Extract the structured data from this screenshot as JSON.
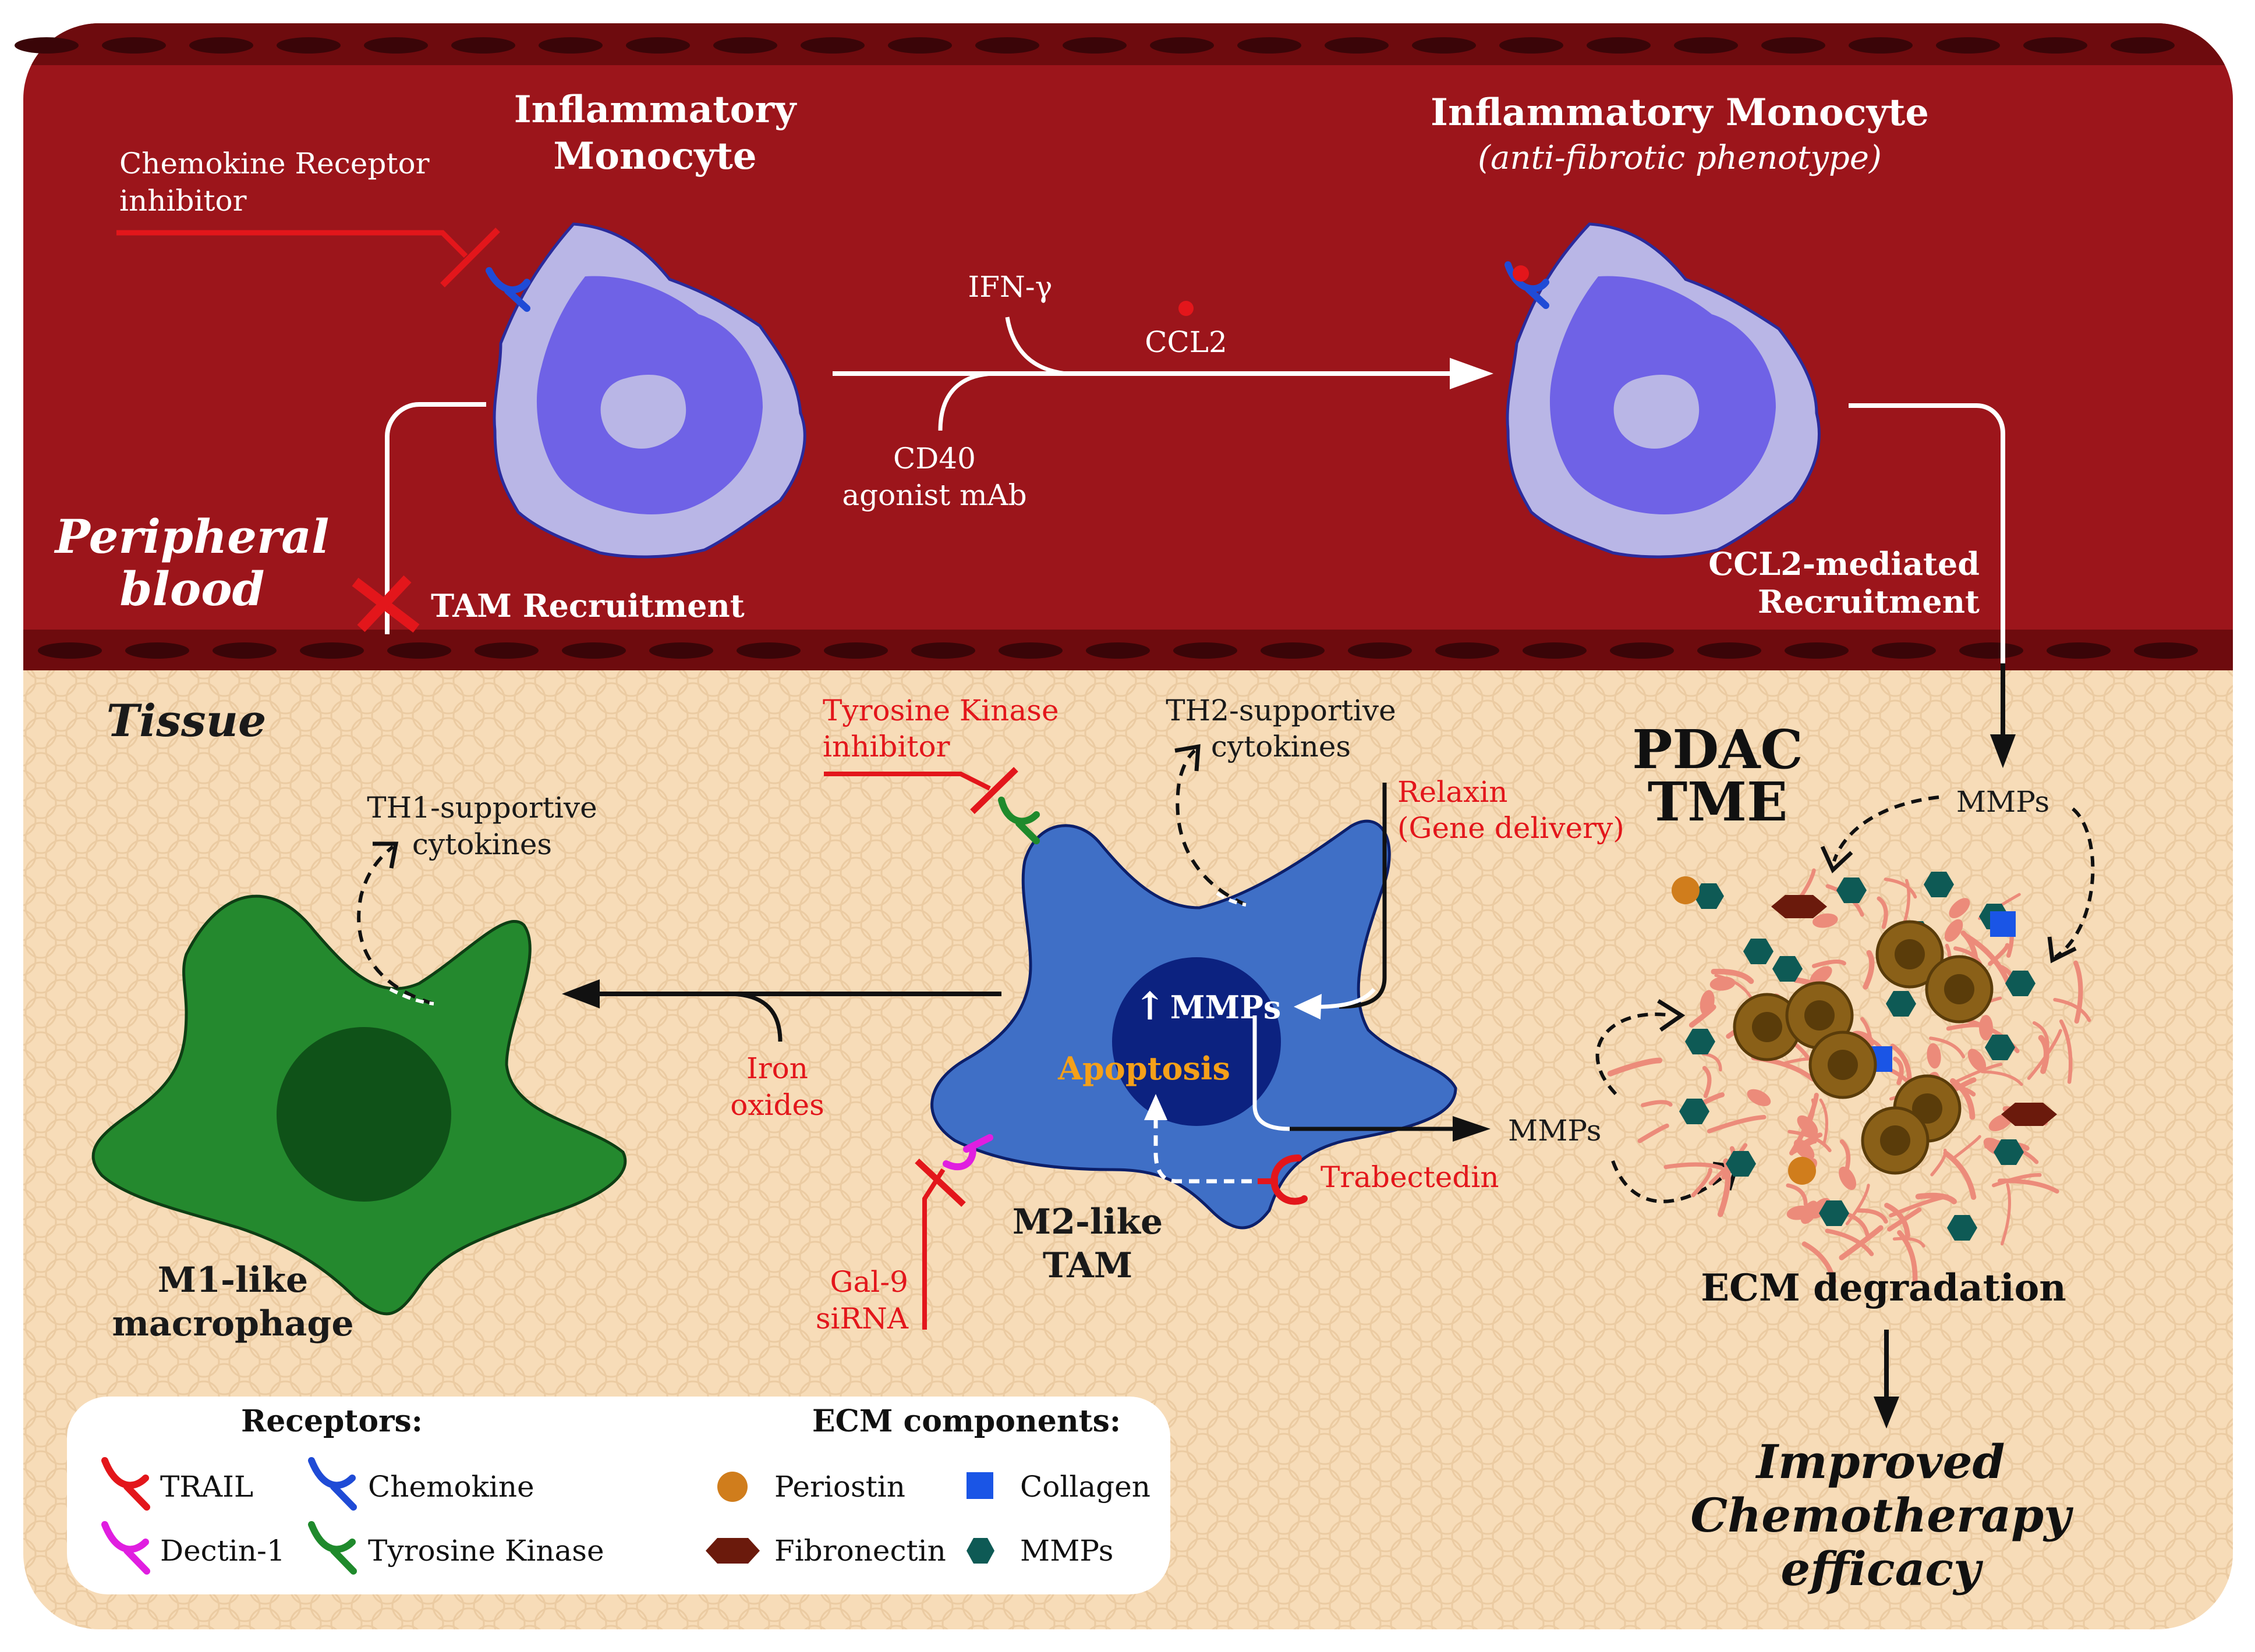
{
  "colors": {
    "blood": "#9c151b",
    "blood_dark": "#6e0b0e",
    "vessel_cell": "#3a0508",
    "tissue": "#f7dcb8",
    "tissue_cell_line": "#e8c79e",
    "monocyte_outer": "#b9b6e6",
    "monocyte_nucleus": "#6f62e6",
    "monocyte_edge": "#2a2b9c",
    "m1_body": "#24892e",
    "m1_edge": "#0e3e14",
    "m1_nucleus": "#0f5218",
    "m2_body": "#3f6fc6",
    "m2_edge": "#0c1f6a",
    "m2_nucleus": "#0c2280",
    "inhibitor_red": "#e3161b",
    "apoptosis_orange": "#f5a019",
    "trail_red": "#e3161b",
    "chemokine_blue": "#1f4bd6",
    "dectin_magenta": "#e01ee0",
    "tyrosine_green": "#1f8a2c",
    "periostin": "#d07d1c",
    "collagen": "#1a55e6",
    "fibronectin": "#6b1a0c",
    "mmp_hex": "#0e5a55",
    "ecm_fiber": "#ec8b7a",
    "tumor_cell": "#8a6018",
    "tumor_cell_dark": "#5a3c0a"
  },
  "regions": {
    "blood_label_line1": "Peripheral",
    "blood_label_line2": "blood",
    "tissue_label": "Tissue"
  },
  "monocyte_left": {
    "title_line1": "Inflammatory",
    "title_line2": "Monocyte"
  },
  "monocyte_right": {
    "title": "Inflammatory Monocyte",
    "subtitle": "(anti-fibrotic phenotype)"
  },
  "blood_labels": {
    "chemokine_inhibitor_line1": "Chemokine Receptor",
    "chemokine_inhibitor_line2": "inhibitor",
    "ifn": "IFN-γ",
    "ccl2": "CCL2",
    "cd40_line1": "CD40",
    "cd40_line2": "agonist mAb",
    "tam_recruitment": "TAM Recruitment",
    "ccl2_recruitment_line1": "CCL2-mediated",
    "ccl2_recruitment_line2": "Recruitment"
  },
  "tissue_labels": {
    "th1_line1": "TH1-supportive",
    "th1_line2": "cytokines",
    "m1_line1": "M1-like",
    "m1_line2": "macrophage",
    "iron_line1": "Iron",
    "iron_line2": "oxides",
    "tki_line1": "Tyrosine Kinase",
    "tki_line2": "inhibitor",
    "th2_line1": "TH2-supportive",
    "th2_line2": "cytokines",
    "relaxin_line1": "Relaxin",
    "relaxin_line2": "(Gene delivery)",
    "mmps_inner": "MMPs",
    "up_arrow": "↑",
    "apoptosis": "Apoptosis",
    "trabectedin": "Trabectedin",
    "mmps_out": "MMPs",
    "gal9_line1": "Gal-9",
    "gal9_line2": "siRNA",
    "m2_line1": "M2-like",
    "m2_line2": "TAM",
    "pdac_line1": "PDAC",
    "pdac_line2": "TME",
    "mmps_top": "MMPs",
    "ecm_degradation": "ECM degradation",
    "improved_line1": "Improved",
    "improved_line2": "Chemotherapy",
    "improved_line3": "efficacy"
  },
  "legend": {
    "receptors_title": "Receptors:",
    "ecm_title": "ECM components:",
    "receptors": [
      {
        "label": "TRAIL",
        "color_key": "trail_red"
      },
      {
        "label": "Chemokine",
        "color_key": "chemokine_blue"
      },
      {
        "label": "Dectin-1",
        "color_key": "dectin_magenta"
      },
      {
        "label": "Tyrosine Kinase",
        "color_key": "tyrosine_green"
      }
    ],
    "ecm": [
      {
        "label": "Periostin",
        "shape": "circle"
      },
      {
        "label": "Collagen",
        "shape": "square"
      },
      {
        "label": "Fibronectin",
        "shape": "elongated-hexagon"
      },
      {
        "label": "MMPs",
        "shape": "hexagon"
      }
    ]
  }
}
